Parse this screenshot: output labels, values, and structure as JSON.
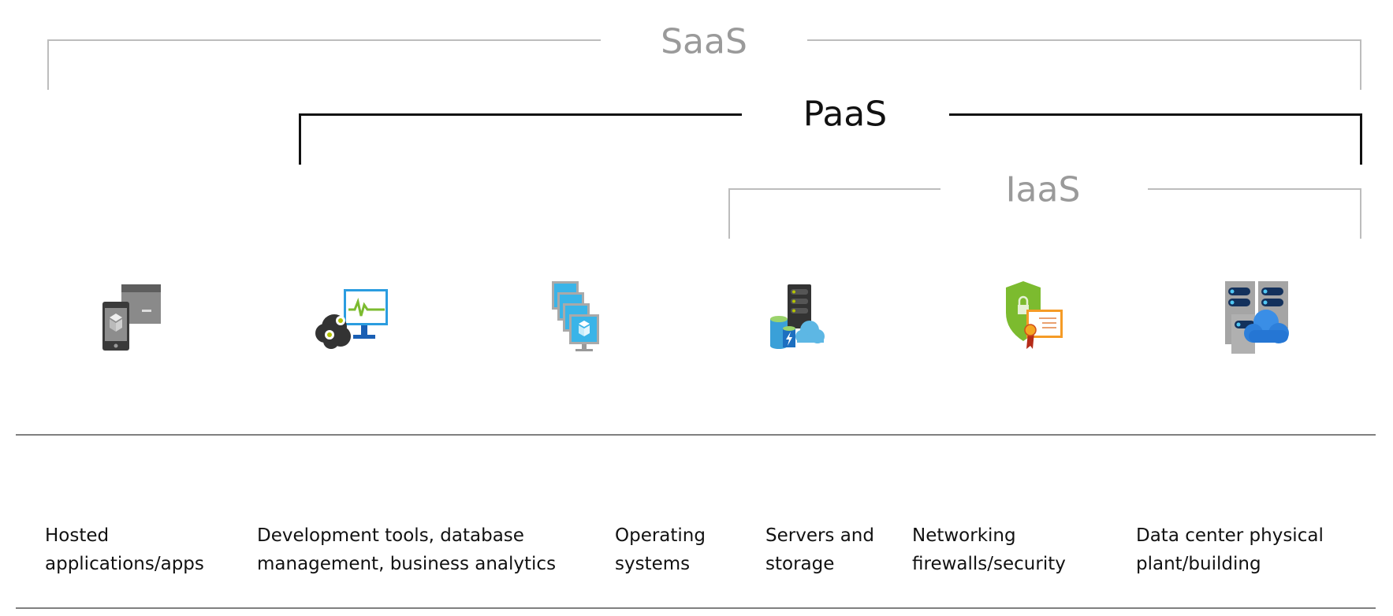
{
  "tiers": {
    "saas": {
      "label": "SaaS",
      "color": "#9a9a9a"
    },
    "paas": {
      "label": "PaaS",
      "color": "#111111"
    },
    "iaas": {
      "label": "IaaS",
      "color": "#9a9a9a"
    }
  },
  "columns": [
    {
      "icon": "mobile-app-icon",
      "line1": "Hosted",
      "line2": "applications/apps"
    },
    {
      "icon": "dev-tools-monitor-icon",
      "line1": "Development tools, database",
      "line2": "management, business analytics"
    },
    {
      "icon": "virtual-machines-icon",
      "line1": "Operating",
      "line2": "systems"
    },
    {
      "icon": "server-storage-icon",
      "line1": "Servers and",
      "line2": "storage"
    },
    {
      "icon": "security-certificate-icon",
      "line1": "Networking",
      "line2": "firewalls/security"
    },
    {
      "icon": "datacenter-cloud-icon",
      "line1": "Data center physical",
      "line2": "plant/building"
    }
  ]
}
